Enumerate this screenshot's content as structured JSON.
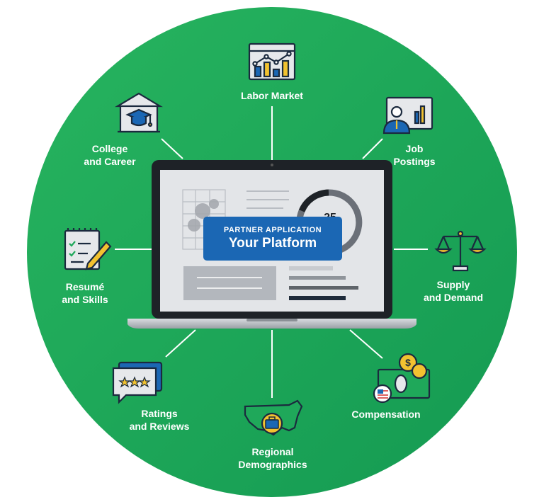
{
  "colors": {
    "circle": "#1fa85a",
    "partner_box": "#1b67b4",
    "screen": "#e3e5e8",
    "icon_fill": "#e6e8eb",
    "icon_stroke": "#1b2a3e",
    "accent_yellow": "#f2c230"
  },
  "center": {
    "small_title": "PARTNER APPLICATION",
    "big_title": "Your Platform",
    "device": "laptop-icon",
    "gauge_number": "25"
  },
  "nodes": [
    {
      "id": "labor",
      "lines": [
        "Labor Market"
      ],
      "icon": "line-bar-chart-icon"
    },
    {
      "id": "college",
      "lines": [
        "College",
        "and Career"
      ],
      "icon": "graduation-cap-building-icon"
    },
    {
      "id": "job",
      "lines": [
        "Job",
        "Postings"
      ],
      "icon": "presenter-board-icon"
    },
    {
      "id": "resume",
      "lines": [
        "Resumé",
        "and Skills"
      ],
      "icon": "checklist-pencil-icon"
    },
    {
      "id": "supply",
      "lines": [
        "Supply",
        "and Demand"
      ],
      "icon": "balance-scale-icon"
    },
    {
      "id": "ratings",
      "lines": [
        "Ratings",
        "and Reviews"
      ],
      "icon": "star-rating-bubble-icon"
    },
    {
      "id": "regional",
      "lines": [
        "Regional",
        "Demographics"
      ],
      "icon": "us-map-briefcase-icon"
    },
    {
      "id": "comp",
      "lines": [
        "Compensation"
      ],
      "icon": "money-coins-flag-icon"
    }
  ]
}
